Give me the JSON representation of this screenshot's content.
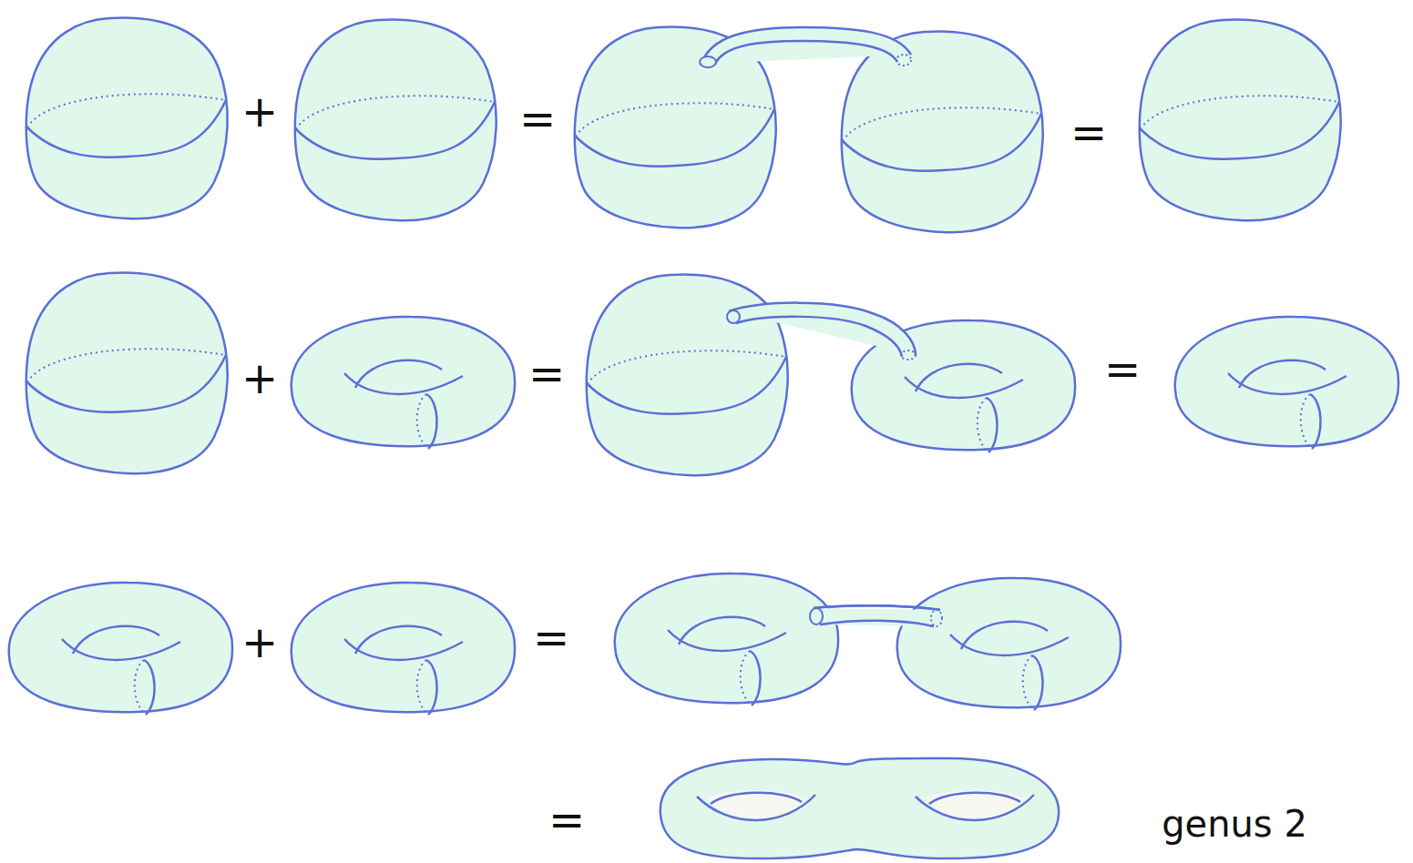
{
  "diagram": {
    "labels": [
      "+",
      "=",
      "=",
      "+",
      "=",
      "=",
      "+",
      "=",
      "=",
      "genus 2"
    ]
  }
}
